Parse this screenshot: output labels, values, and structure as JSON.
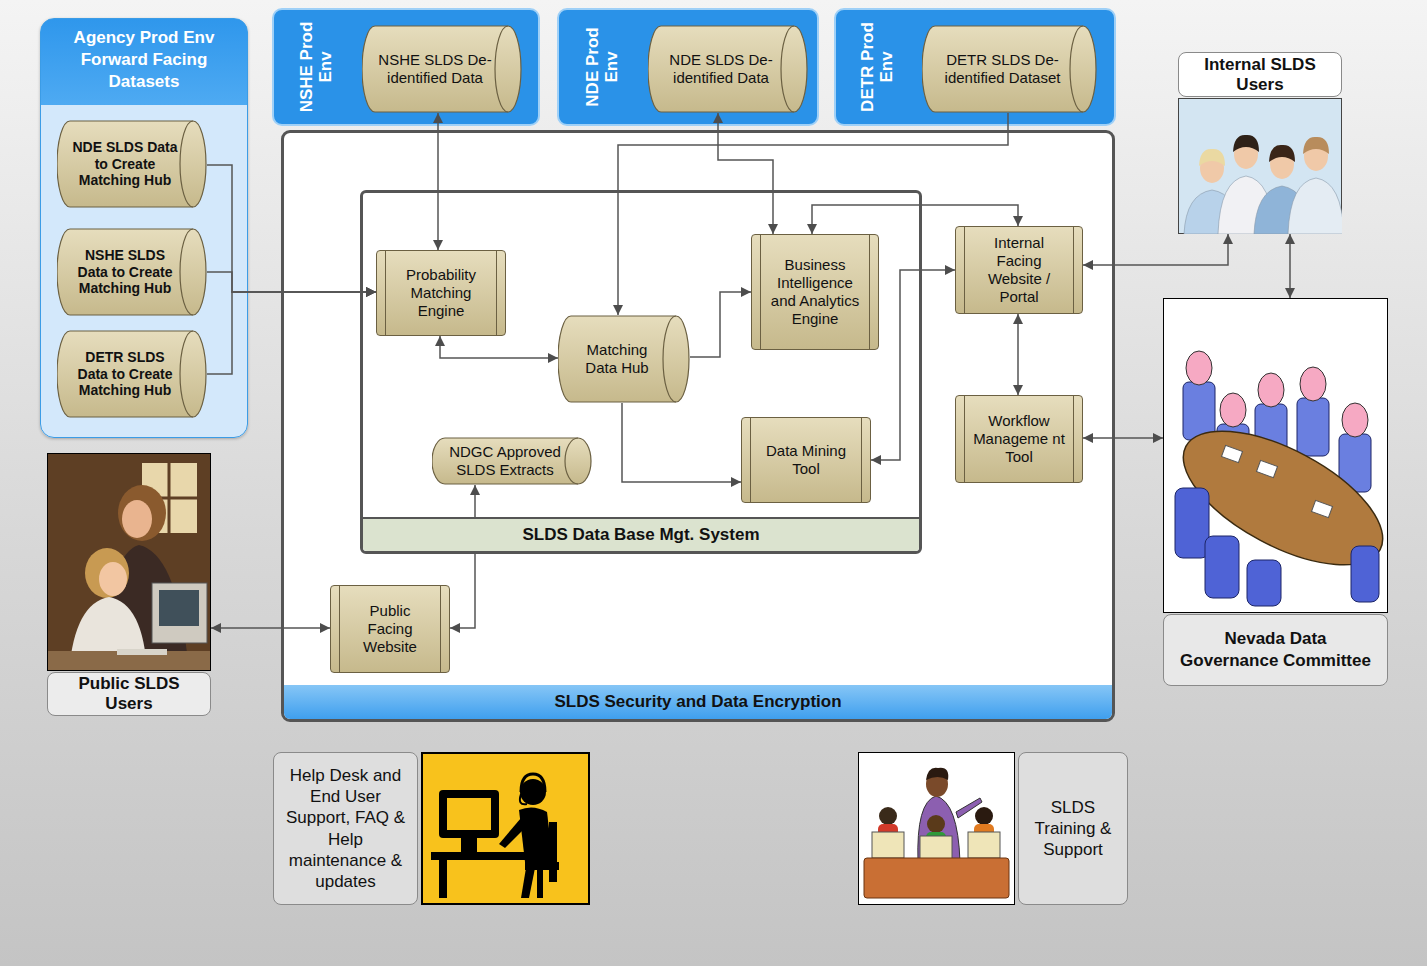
{
  "diagram": {
    "nodes": [
      {
        "text": [
          "Agency Prod Env Forward Facing Datasets"
        ]
      },
      {
        "text": [
          "NDE SLDS Data to Create Matching Hub"
        ],
        "in": 0
      },
      {
        "text": [
          "NSHE SLDS Data to Create Matching Hub"
        ],
        "in": 0
      },
      {
        "text": [
          "DETR SLDS Data to Create Matching Hub"
        ],
        "in": 0
      },
      {
        "text": [
          "NSHE Prod Env"
        ]
      },
      {
        "text": [
          "NSHE SLDS De-identified Data"
        ],
        "in": 4
      },
      {
        "text": [
          "NDE Prod Env"
        ]
      },
      {
        "text": [
          "NDE SLDS De-identified Data"
        ],
        "in": 6
      },
      {
        "text": [
          "DETR Prod Env"
        ]
      },
      {
        "text": [
          "DETR SLDS De-identified Dataset"
        ],
        "in": 8
      },
      {
        "text": [
          "Internal SLDS Users"
        ]
      },
      {
        "text": [
          "SLDS Security and Data Encryption"
        ]
      },
      {
        "text": [
          "SLDS Data Base Mgt. System"
        ],
        "in": 11
      },
      {
        "text": [
          "Probability Matching Engine"
        ],
        "in": 12
      },
      {
        "text": [
          "Business Intelligence and Analytics Engine"
        ],
        "in": 12
      },
      {
        "text": [
          "Matching Data Hub"
        ],
        "in": 12
      },
      {
        "text": [
          "NDGC Approved SLDS Extracts"
        ],
        "in": 12
      },
      {
        "text": [
          "Data Mining Tool"
        ],
        "in": 12
      },
      {
        "text": [
          "Internal Facing Website / Portal"
        ],
        "in": 11
      },
      {
        "text": [
          "Workflow Manageme nt Tool"
        ],
        "in": 11
      },
      {
        "text": [
          "Public Facing Website"
        ],
        "in": 11
      },
      {
        "text": [
          "Nevada Data Governance Committee"
        ]
      },
      {
        "text": [
          "Public SLDS Users"
        ]
      },
      {
        "text": [
          "Help Desk and End User Support, FAQ & Help maintenance & updates"
        ]
      },
      {
        "text": [
          "SLDS Training & Support"
        ]
      }
    ],
    "edges": [
      {
        "from": 1,
        "to": 13,
        "arrow": "to"
      },
      {
        "from": 2,
        "to": 13,
        "arrow": "to"
      },
      {
        "from": 3,
        "to": 13,
        "arrow": "to"
      },
      {
        "from": 5,
        "to": 13,
        "arrow": "both"
      },
      {
        "from": 9,
        "to": 15,
        "arrow": "to"
      },
      {
        "from": 7,
        "to": 14,
        "arrow": "both"
      },
      {
        "from": 13,
        "to": 15,
        "arrow": "both"
      },
      {
        "from": 15,
        "to": 14,
        "arrow": "to"
      },
      {
        "from": 15,
        "to": 17,
        "arrow": "to"
      },
      {
        "from": 16,
        "to": 20,
        "arrow": "both"
      },
      {
        "from": 17,
        "to": 18,
        "arrow": "both"
      },
      {
        "from": 14,
        "to": 18,
        "arrow": "both"
      },
      {
        "from": 18,
        "to": 10,
        "arrow": "both"
      },
      {
        "from": 18,
        "to": 19,
        "arrow": "both"
      },
      {
        "from": 19,
        "to": 21,
        "arrow": "both"
      },
      {
        "from": 10,
        "to": 21,
        "arrow": "both"
      },
      {
        "from": 22,
        "to": 20,
        "arrow": "both"
      }
    ]
  }
}
